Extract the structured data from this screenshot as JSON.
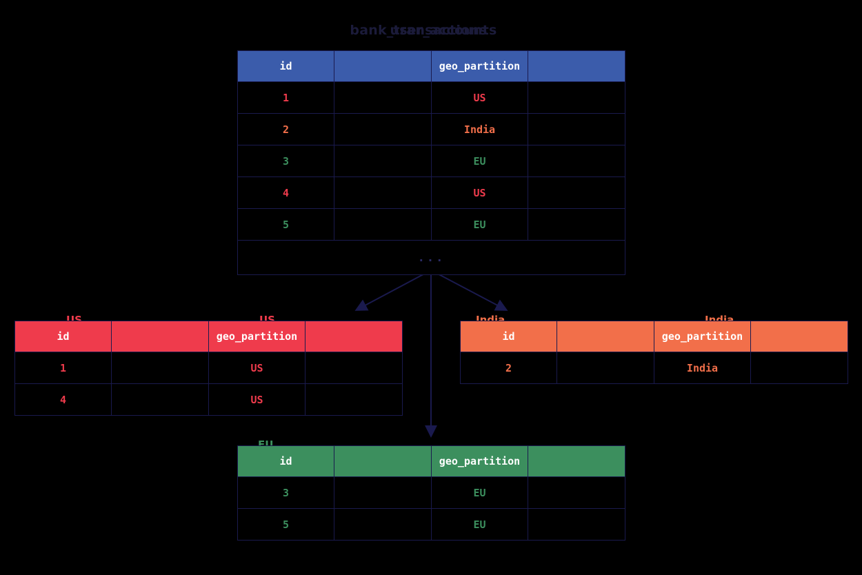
{
  "diagram": {
    "title_primary": "bank_transactions",
    "title_secondary": "user_accounts",
    "ellipsis": "...",
    "colors": {
      "source_header": "#3b5cab",
      "us_header": "#ef3b4c",
      "india_header": "#f26f4a",
      "eu_header": "#3c8f5e",
      "edge": "#1a1a4e",
      "background": "#000000"
    }
  },
  "source_table": {
    "name": "bank_transactions",
    "columns": [
      "id",
      "",
      "geo_partition",
      ""
    ],
    "rows": [
      {
        "id": "1",
        "blank1": "",
        "geo_partition": "US",
        "blank2": ""
      },
      {
        "id": "2",
        "blank1": "",
        "geo_partition": "India",
        "blank2": ""
      },
      {
        "id": "3",
        "blank1": "",
        "geo_partition": "EU",
        "blank2": ""
      },
      {
        "id": "4",
        "blank1": "",
        "geo_partition": "US",
        "blank2": ""
      },
      {
        "id": "5",
        "blank1": "",
        "geo_partition": "EU",
        "blank2": ""
      }
    ],
    "more_indicator": "..."
  },
  "partitions": [
    {
      "key": "us",
      "label_left": "US",
      "label_right": "US",
      "columns": [
        "id",
        "",
        "geo_partition",
        ""
      ],
      "rows": [
        {
          "id": "1",
          "blank1": "",
          "geo_partition": "US",
          "blank2": ""
        },
        {
          "id": "4",
          "blank1": "",
          "geo_partition": "US",
          "blank2": ""
        }
      ]
    },
    {
      "key": "india",
      "label_left": "India",
      "label_right": "India",
      "columns": [
        "id",
        "",
        "geo_partition",
        ""
      ],
      "rows": [
        {
          "id": "2",
          "blank1": "",
          "geo_partition": "India",
          "blank2": ""
        }
      ]
    },
    {
      "key": "eu",
      "label_left": "EU",
      "label_right": "EU",
      "columns": [
        "id",
        "",
        "geo_partition",
        ""
      ],
      "rows": [
        {
          "id": "3",
          "blank1": "",
          "geo_partition": "EU",
          "blank2": ""
        },
        {
          "id": "5",
          "blank1": "",
          "geo_partition": "EU",
          "blank2": ""
        }
      ]
    }
  ]
}
